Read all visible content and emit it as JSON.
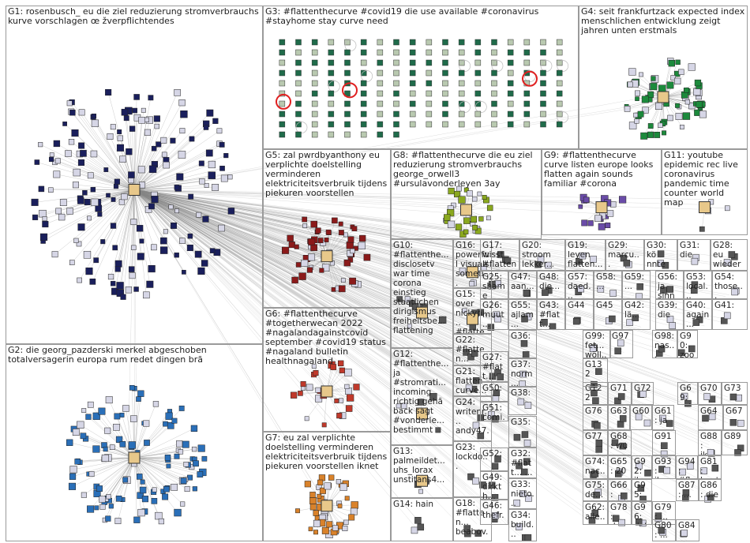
{
  "graph": {
    "groups": [
      {
        "id": "G1",
        "label": "G1: rosenbusch_ eu die ziel reduzierung stromverbrauchs kurve vorschlagen œ žverpflichtendes",
        "color": "#1a1f5c",
        "nodes": 180,
        "layout": "hub"
      },
      {
        "id": "G2",
        "label": "G2: die georg_pazderski merkel abgeschoben totalversagerin europa rum redet dingen brã",
        "color": "#2a6fb8",
        "nodes": 120,
        "layout": "hub"
      },
      {
        "id": "G3",
        "label": "G3: #flattenthecurve #covid19 die use available #coronavirus #stayhome stay curve need",
        "color": "#1f6b4a",
        "nodes": 170,
        "layout": "grid"
      },
      {
        "id": "G4",
        "label": "G4: seit frankfurtzack expected index menschlichen entwicklung zeigt jahren unten erstmals",
        "color": "#1c8a3c",
        "nodes": 70,
        "layout": "hub"
      },
      {
        "id": "G5",
        "label": "G5: zal pwrdbyanthony eu verplichte doelstelling verminderen elektriciteitsverbruik tijdens piekuren voorstellen",
        "color": "#8b1a1a",
        "nodes": 55,
        "layout": "hub"
      },
      {
        "id": "G6",
        "label": "G6: #flattenthecurve #togetherwecan 2022 #nagalandagainstcovid september #covid19 status #nagaland bulletin healthnagaland",
        "color": "#c0392b",
        "nodes": 30,
        "layout": "hub"
      },
      {
        "id": "G7",
        "label": "G7: eu zal verplichte doelstelling verminderen elektriciteitsverbruik tijdens piekuren voorstellen iknet",
        "color": "#d9822b",
        "nodes": 45,
        "layout": "hub"
      },
      {
        "id": "G8",
        "label": "G8: #flattenthecurve die eu ziel reduzierung stromverbrauchs george_orwell3 #ursulavonderleyen 3ay",
        "color": "#8aa81e",
        "nodes": 30,
        "layout": "hub"
      },
      {
        "id": "G9",
        "label": "G9: #flattenthecurve curve listen europe looks flatten again sounds familiar #corona",
        "color": "#6a4ca8",
        "nodes": 20,
        "layout": "hub"
      },
      {
        "id": "G10",
        "label": "G10: #flattenthe... disclosetv war time corona einstieg staatlichen dirigismus freiheitsbe... flattening",
        "color": "#555555",
        "nodes": 8,
        "layout": "hub"
      },
      {
        "id": "G11",
        "label": "G11: youtube epidemic rec live coronavirus pandemic time counter world map",
        "color": "#555555",
        "nodes": 4,
        "layout": "hub"
      },
      {
        "id": "G12",
        "label": "G12: #flattenthe... ja #stromrati... incoming richtig gehã back sagt #vonderle... bestimmt",
        "color": "#555555",
        "nodes": 6,
        "layout": "hub"
      },
      {
        "id": "G13",
        "label": "G13: palmeildet... uhs_lorax unstitans4...",
        "color": "#555555",
        "nodes": 4,
        "layout": "hub"
      },
      {
        "id": "G14",
        "label": "G14: hain",
        "color": "#555555",
        "nodes": 3,
        "layout": "hub"
      },
      {
        "id": "G15",
        "label": "G15: over nickyni... #flatten...",
        "color": "#555555",
        "nodes": 4,
        "layout": "hub"
      },
      {
        "id": "G16",
        "label": "G16: powerful visuals someti...",
        "color": "#555555",
        "nodes": 4,
        "layout": "hub"
      },
      {
        "id": "G17",
        "label": "G17: wisst #flattent...",
        "color": "#555555",
        "nodes": 3,
        "layout": "hub"
      },
      {
        "id": "G18",
        "label": "G18: #flatten... beabov...",
        "color": "#555555",
        "nodes": 3,
        "layout": "hub"
      },
      {
        "id": "G19",
        "label": "G19: leyen flatten...",
        "color": "#555555",
        "nodes": 3,
        "layout": "hub"
      },
      {
        "id": "G20",
        "label": "G20: stroom lekker...",
        "color": "#555555",
        "nodes": 3,
        "layout": "hub"
      },
      {
        "id": "G21",
        "label": "G21: flatten curve...",
        "color": "#555555",
        "nodes": 3,
        "layout": "hub"
      },
      {
        "id": "G22",
        "label": "G22: #flatten... die...",
        "color": "#555555",
        "nodes": 3,
        "layout": "hub"
      },
      {
        "id": "G23",
        "label": "G23: lockdo...",
        "color": "#555555",
        "nodes": 3,
        "layout": "hub"
      },
      {
        "id": "G24",
        "label": "G24: writenr... andy47...",
        "color": "#555555",
        "nodes": 3,
        "layout": "hub"
      },
      {
        "id": "G25",
        "label": "G25: shame every...",
        "color": "#555555",
        "nodes": 3,
        "layout": "hub"
      },
      {
        "id": "G26",
        "label": "G26: muut... kuuk...",
        "color": "#555555",
        "nodes": 3,
        "layout": "hub"
      },
      {
        "id": "G27",
        "label": "G27: #flatt... øyoe...",
        "color": "#555555",
        "nodes": 3,
        "layout": "hub"
      },
      {
        "id": "G28",
        "label": "G28: eu wieder gute...",
        "color": "#555555",
        "nodes": 3,
        "layout": "hub"
      },
      {
        "id": "G29",
        "label": "G29: marcu... #flatt...",
        "color": "#555555",
        "nodes": 3,
        "layout": "hub"
      },
      {
        "id": "G30",
        "label": "G30: kö nnte lustige...",
        "color": "#555555",
        "nodes": 3,
        "layout": "hub"
      },
      {
        "id": "G31",
        "label": "G31: die",
        "color": "#555555",
        "nodes": 2,
        "layout": "hub"
      },
      {
        "id": "G32",
        "label": "G32: #flatt... ...",
        "color": "#555555",
        "nodes": 3,
        "layout": "hub"
      },
      {
        "id": "G33",
        "label": "G33: nieto...",
        "color": "#555555",
        "nodes": 3,
        "layout": "hub"
      },
      {
        "id": "G34",
        "label": "G34: build...",
        "color": "#555555",
        "nodes": 3,
        "layout": "hub"
      },
      {
        "id": "G35",
        "label": "G35:",
        "color": "#555555",
        "nodes": 3,
        "layout": "hub"
      },
      {
        "id": "G36",
        "label": "G36:",
        "color": "#555555",
        "nodes": 2,
        "layout": "hub"
      },
      {
        "id": "G37",
        "label": "G37: norm...",
        "color": "#555555",
        "nodes": 2,
        "layout": "hub"
      },
      {
        "id": "G38",
        "label": "G38:",
        "color": "#555555",
        "nodes": 2,
        "layout": "hub"
      },
      {
        "id": "G39",
        "label": "G39: die",
        "color": "#555555",
        "nodes": 2,
        "layout": "hub"
      },
      {
        "id": "G40",
        "label": "G40: again...",
        "color": "#555555",
        "nodes": 2,
        "layout": "hub"
      },
      {
        "id": "G41",
        "label": "G41:",
        "color": "#555555",
        "nodes": 2,
        "layout": "hub"
      },
      {
        "id": "G42",
        "label": "G42: lä...",
        "color": "#555555",
        "nodes": 2,
        "layout": "hub"
      },
      {
        "id": "G43",
        "label": "G43: #flatt...",
        "color": "#555555",
        "nodes": 2,
        "layout": "hub"
      },
      {
        "id": "G44",
        "label": "G44",
        "color": "#555555",
        "nodes": 2,
        "layout": "hub"
      },
      {
        "id": "G45",
        "label": "G45",
        "color": "#555555",
        "nodes": 2,
        "layout": "hub"
      },
      {
        "id": "G46",
        "label": "G46: thefr...",
        "color": "#555555",
        "nodes": 2,
        "layout": "hub"
      },
      {
        "id": "G47",
        "label": "G47: aan...",
        "color": "#555555",
        "nodes": 2,
        "layout": "hub"
      },
      {
        "id": "G48",
        "label": "G48: die...",
        "color": "#555555",
        "nodes": 2,
        "layout": "hub"
      },
      {
        "id": "G49",
        "label": "G49: dirkth...",
        "color": "#555555",
        "nodes": 2,
        "layout": "hub"
      },
      {
        "id": "G50",
        "label": "G50:",
        "color": "#555555",
        "nodes": 2,
        "layout": "hub"
      },
      {
        "id": "G51",
        "label": "G51: comi...",
        "color": "#555555",
        "nodes": 2,
        "layout": "hub"
      },
      {
        "id": "G52",
        "label": "G52:",
        "color": "#555555",
        "nodes": 2,
        "layout": "hub"
      },
      {
        "id": "G53",
        "label": "G53: local...",
        "color": "#555555",
        "nodes": 2,
        "layout": "hub"
      },
      {
        "id": "G54",
        "label": "G54: those...",
        "color": "#555555",
        "nodes": 2,
        "layout": "hub"
      },
      {
        "id": "G55",
        "label": "G55: ajlam...",
        "color": "#555555",
        "nodes": 2,
        "layout": "hub"
      },
      {
        "id": "G56",
        "label": "G56: ja sinn",
        "color": "#555555",
        "nodes": 2,
        "layout": "hub"
      },
      {
        "id": "G57",
        "label": "G57: daed...",
        "color": "#555555",
        "nodes": 2,
        "layout": "hub"
      },
      {
        "id": "G58",
        "label": "G58: ...",
        "color": "#555555",
        "nodes": 2,
        "layout": "hub"
      },
      {
        "id": "G59",
        "label": "G59: ...",
        "color": "#555555",
        "nodes": 2,
        "layout": "hub"
      },
      {
        "id": "G60",
        "label": "G60",
        "color": "#555555",
        "nodes": 2,
        "layout": "hub"
      },
      {
        "id": "G61",
        "label": "G61: ja",
        "color": "#555555",
        "nodes": 2,
        "layout": "hub"
      },
      {
        "id": "G62",
        "label": "G62: alle...",
        "color": "#555555",
        "nodes": 2,
        "layout": "hub"
      },
      {
        "id": "G63",
        "label": "G63",
        "color": "#555555",
        "nodes": 2,
        "layout": "hub"
      },
      {
        "id": "G64",
        "label": "G64",
        "color": "#555555",
        "nodes": 2,
        "layout": "hub"
      },
      {
        "id": "G65",
        "label": "G65: 20",
        "color": "#555555",
        "nodes": 2,
        "layout": "hub"
      },
      {
        "id": "G66",
        "label": "G66: #fla...",
        "color": "#555555",
        "nodes": 2,
        "layout": "hub"
      },
      {
        "id": "G67",
        "label": "G67",
        "color": "#555555",
        "nodes": 2,
        "layout": "hub"
      },
      {
        "id": "G68",
        "label": "G68: wu",
        "color": "#555555",
        "nodes": 2,
        "layout": "hub"
      },
      {
        "id": "G69",
        "label": "G69: scie...",
        "color": "#555555",
        "nodes": 2,
        "layout": "hub"
      },
      {
        "id": "G70",
        "label": "G70",
        "color": "#555555",
        "nodes": 2,
        "layout": "hub"
      },
      {
        "id": "G71",
        "label": "G71",
        "color": "#555555",
        "nodes": 2,
        "layout": "hub"
      },
      {
        "id": "G72",
        "label": "G72",
        "color": "#555555",
        "nodes": 2,
        "layout": "hub"
      },
      {
        "id": "G73",
        "label": "G73",
        "color": "#555555",
        "nodes": 2,
        "layout": "hub"
      },
      {
        "id": "G74",
        "label": "G74: nac...",
        "color": "#555555",
        "nodes": 2,
        "layout": "hub"
      },
      {
        "id": "G75",
        "label": "G75: de...",
        "color": "#555555",
        "nodes": 2,
        "layout": "hub"
      },
      {
        "id": "G76",
        "label": "G76",
        "color": "#555555",
        "nodes": 2,
        "layout": "hub"
      },
      {
        "id": "G77",
        "label": "G77",
        "color": "#555555",
        "nodes": 2,
        "layout": "hub"
      },
      {
        "id": "G78",
        "label": "G78: do...",
        "color": "#555555",
        "nodes": 2,
        "layout": "hub"
      },
      {
        "id": "G79",
        "label": "G79: ...",
        "color": "#555555",
        "nodes": 2,
        "layout": "hub"
      },
      {
        "id": "G80",
        "label": "G80: ...",
        "color": "#555555",
        "nodes": 2,
        "layout": "hub"
      },
      {
        "id": "G81",
        "label": "G81: heut...",
        "color": "#555555",
        "nodes": 2,
        "layout": "hub"
      },
      {
        "id": "G84",
        "label": "G84",
        "color": "#555555",
        "nodes": 2,
        "layout": "hub"
      },
      {
        "id": "G86",
        "label": "G86: die",
        "color": "#555555",
        "nodes": 2,
        "layout": "hub"
      },
      {
        "id": "G87",
        "label": "G87: ...",
        "color": "#555555",
        "nodes": 2,
        "layout": "hub"
      },
      {
        "id": "G88",
        "label": "G88: ik...",
        "color": "#555555",
        "nodes": 2,
        "layout": "hub"
      },
      {
        "id": "G89",
        "label": "G89",
        "color": "#555555",
        "nodes": 2,
        "layout": "hub"
      },
      {
        "id": "G90",
        "label": "G90: zoo...",
        "color": "#555555",
        "nodes": 2,
        "layout": "hub"
      },
      {
        "id": "G91",
        "label": "G91",
        "color": "#555555",
        "nodes": 2,
        "layout": "hub"
      },
      {
        "id": "G92",
        "label": "G92: ik",
        "color": "#555555",
        "nodes": 2,
        "layout": "hub"
      },
      {
        "id": "G93",
        "label": "G93: ik...",
        "color": "#555555",
        "nodes": 2,
        "layout": "hub"
      },
      {
        "id": "G94",
        "label": "G94: #flat...",
        "color": "#555555",
        "nodes": 2,
        "layout": "hub"
      },
      {
        "id": "G95",
        "label": "G95: #fla...",
        "color": "#555555",
        "nodes": 2,
        "layout": "hub"
      },
      {
        "id": "G96",
        "label": "G96: dat",
        "color": "#555555",
        "nodes": 2,
        "layout": "hub"
      },
      {
        "id": "G97",
        "label": "G97",
        "color": "#555555",
        "nodes": 2,
        "layout": "hub"
      },
      {
        "id": "G98",
        "label": "G98: nas...",
        "color": "#555555",
        "nodes": 2,
        "layout": "hub"
      },
      {
        "id": "G99",
        "label": "G99: fet... wöll...",
        "color": "#555555",
        "nodes": 2,
        "layout": "hub"
      },
      {
        "id": "G122",
        "label": "G122",
        "color": "#555555",
        "nodes": 2,
        "layout": "hub"
      },
      {
        "id": "G132",
        "label": "G132",
        "color": "#555555",
        "nodes": 2,
        "layout": "hub"
      }
    ]
  },
  "colors": {
    "edge": "#8a8a8a",
    "border": "#9a9a9a",
    "highlight": "#e02020"
  }
}
